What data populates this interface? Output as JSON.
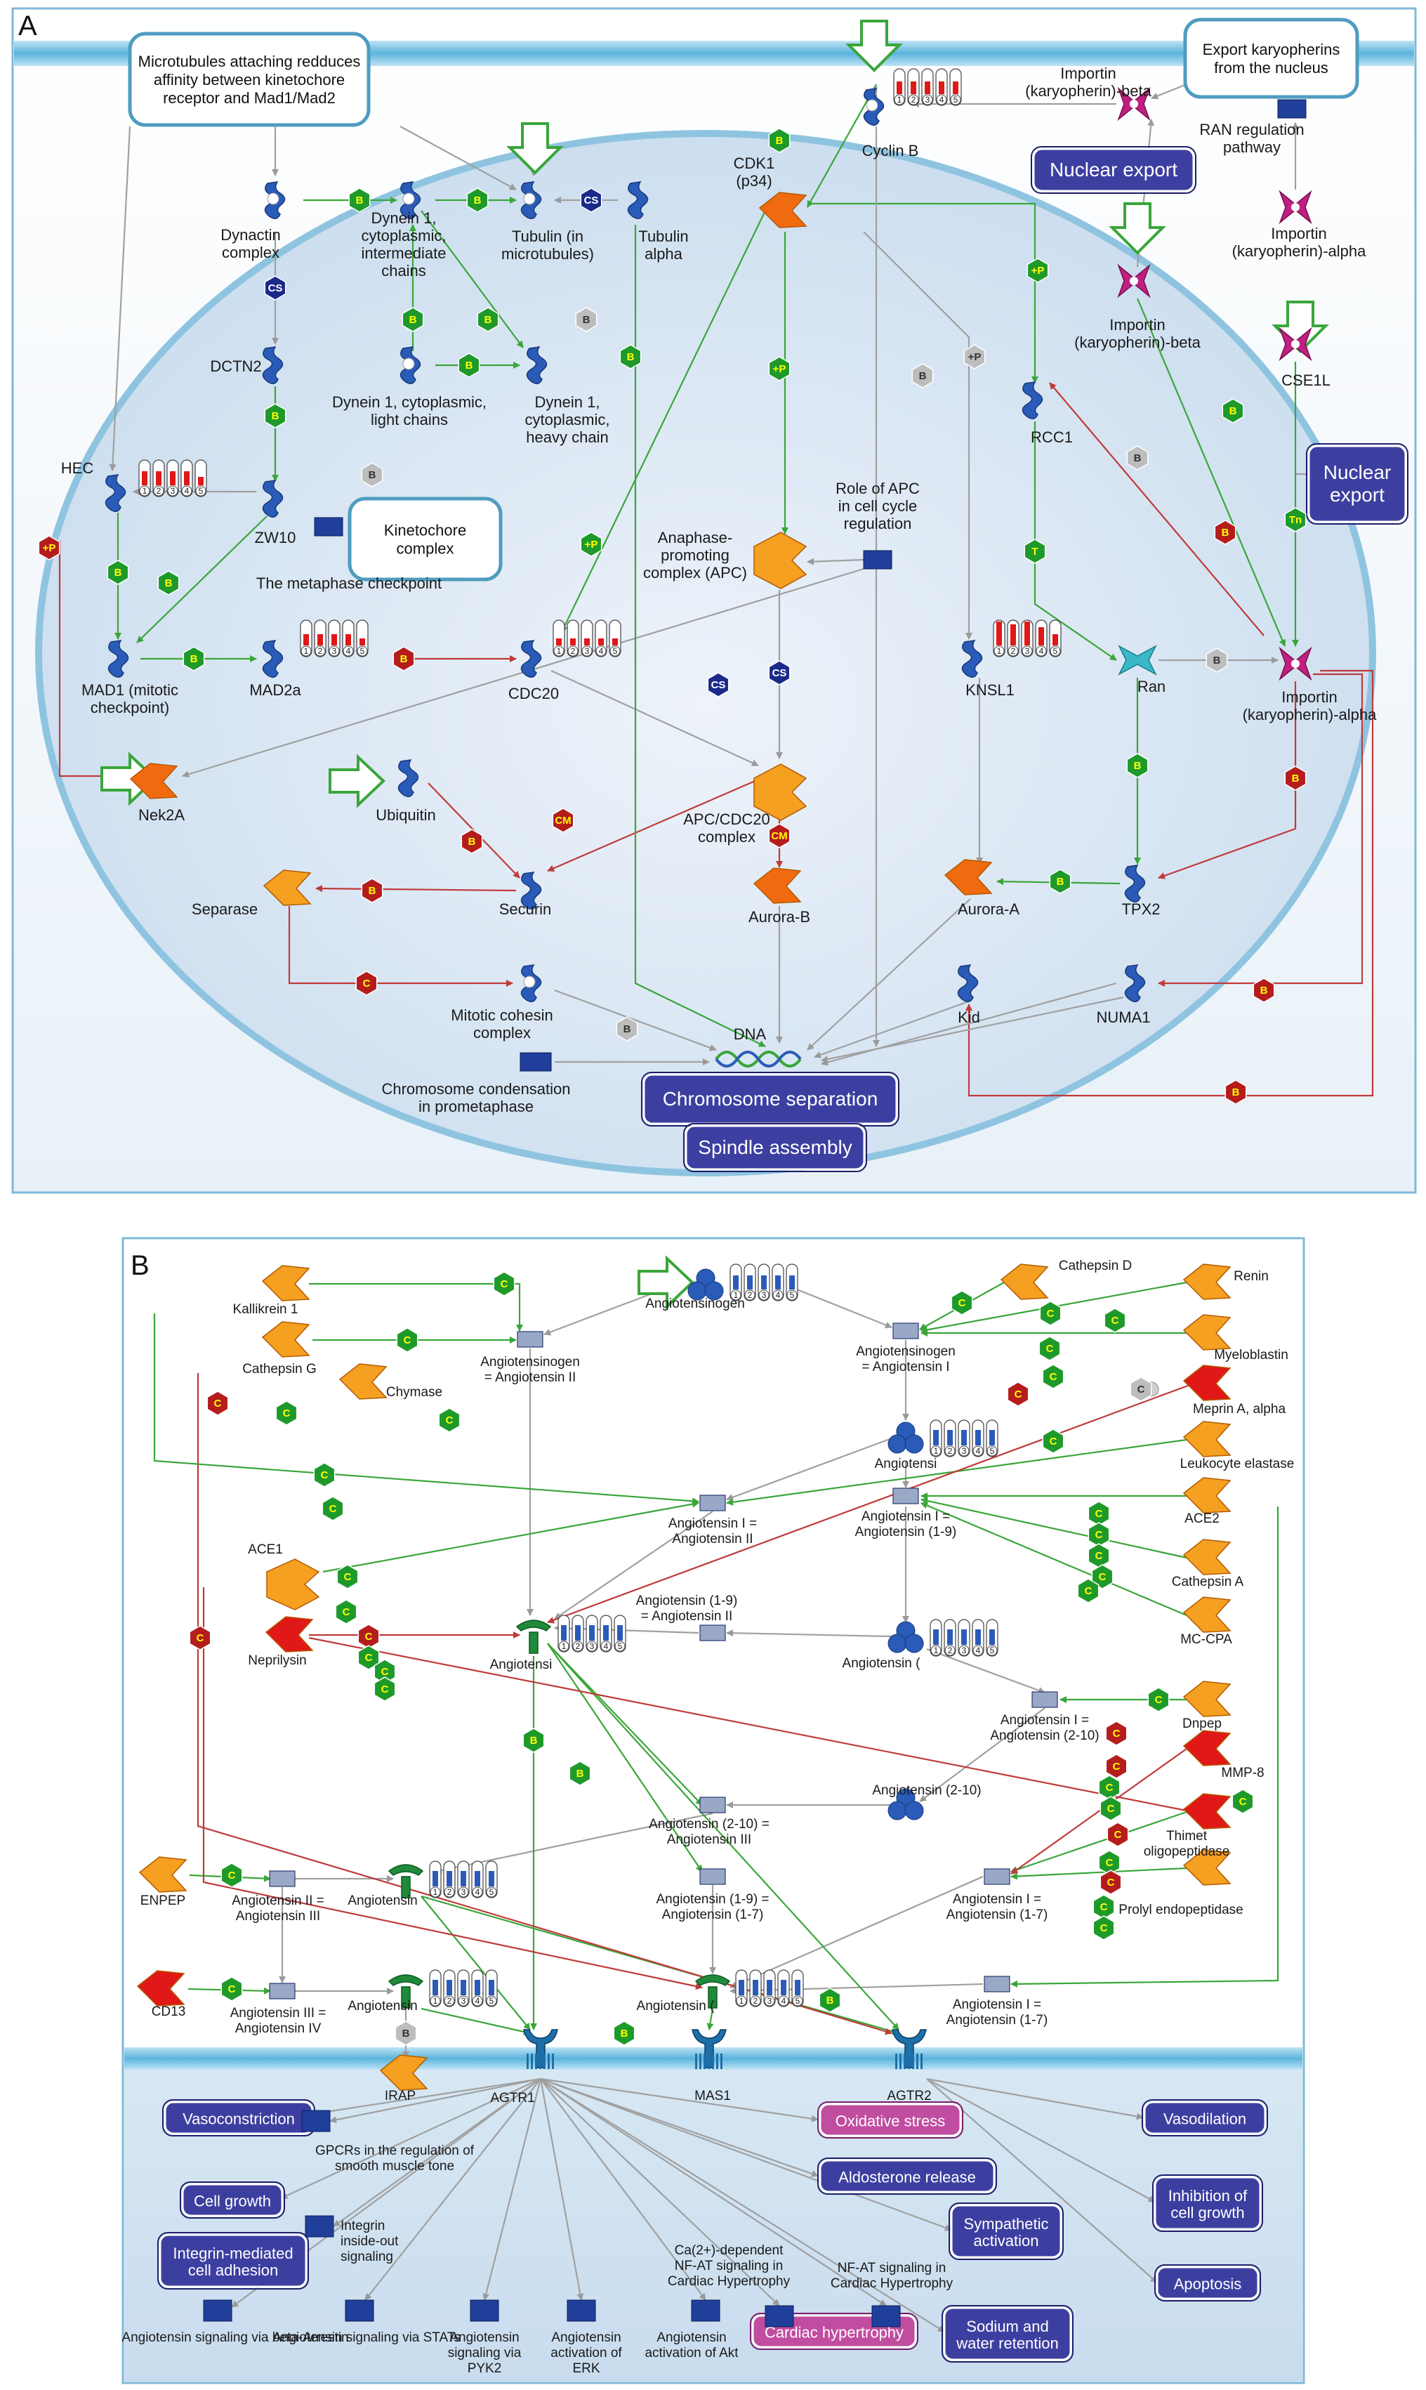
{
  "panels": {
    "a": {
      "letter": "A",
      "callouts": {
        "microtubules": [
          "Microtubules attaching redduces",
          "affinity between kinetochore",
          "receptor and Mad1/Mad2"
        ],
        "export": [
          "Export karyopherins",
          "from the nucleus"
        ],
        "kinetochore": [
          "Kinetochore",
          "complex"
        ]
      },
      "nodes": {
        "dynactin": [
          "Dynactin",
          "complex"
        ],
        "dynein_ic": [
          "Dynein 1,",
          "cytoplasmic,",
          "intermediate",
          "chains"
        ],
        "tubulin_mt": [
          "Tubulin (in",
          "microtubules)"
        ],
        "tubulin_alpha": [
          "Tubulin",
          "alpha"
        ],
        "cyclin_b": "Cyclin B",
        "importin_beta_top": [
          "Importin",
          "(karyopherin)-beta"
        ],
        "ran_pathway": [
          "RAN regulation",
          "pathway"
        ],
        "importin_alpha_top": [
          "Importin",
          "(karyopherin)-alpha"
        ],
        "cdk1": [
          "CDK1",
          "(p34)"
        ],
        "dctn2": "DCTN2",
        "dynein_lc": [
          "Dynein 1, cytoplasmic,",
          "light chains"
        ],
        "dynein_hc": [
          "Dynein 1,",
          "cytoplasmic,",
          "heavy chain"
        ],
        "importin_beta_mid": [
          "Importin",
          "(karyopherin)-beta"
        ],
        "cse1l": "CSE1L",
        "hec": "HEC",
        "zw10": "ZW10",
        "metaphase": "The metaphase checkpoint",
        "rcc1": "RCC1",
        "apc_role": [
          "Role of APC",
          "in cell cycle",
          "regulation"
        ],
        "apc": [
          "Anaphase-",
          "promoting",
          "complex (APC)"
        ],
        "mad1": [
          "MAD1 (mitotic",
          "checkpoint)"
        ],
        "mad2a": "MAD2a",
        "cdc20": "CDC20",
        "knsl1": "KNSL1",
        "ran": "Ran",
        "importin_alpha_mid": [
          "Importin",
          "(karyopherin)-alpha"
        ],
        "nek2a": "Nek2A",
        "ubiquitin": "Ubiquitin",
        "apc_cdc20": [
          "APC/CDC20",
          "complex"
        ],
        "separase": "Separase",
        "securin": "Securin",
        "aurora_b": "Aurora-B",
        "aurora_a": "Aurora-A",
        "tpx2": "TPX2",
        "cohesin": [
          "Mitotic cohesin",
          "complex"
        ],
        "kid": "Kid",
        "numa1": "NUMA1",
        "dna": "DNA",
        "condensation": [
          "Chromosome condensation",
          "in prometaphase"
        ]
      },
      "processes": {
        "nuclear_export_top": "Nuclear export",
        "nuclear_export_right": [
          "Nuclear",
          "export"
        ],
        "chromosome_separation": "Chromosome separation",
        "spindle_assembly": "Spindle assembly"
      }
    },
    "b": {
      "letter": "B",
      "nodes": {
        "kallikrein": "Kallikrein 1",
        "cathepsin_g": "Cathepsin G",
        "chymase": "Chymase",
        "angiotensinogen_top": "Angiotensinogen",
        "cathepsin_d": "Cathepsin D",
        "renin": "Renin",
        "agt_ang2": [
          "Angiotensinogen",
          "= Angiotensin II"
        ],
        "agt_ang1": [
          "Angiotensinogen",
          "= Angiotensin I"
        ],
        "myeloblastin": "Myeloblastin",
        "meprin": "Meprin A, alpha",
        "angiotensin_1": "Angiotensi",
        "leukocyte": "Leukocyte elastase",
        "ace2": "ACE2",
        "ang1_ang2": [
          "Angiotensin I =",
          "Angiotensin II"
        ],
        "ang1_ang19": [
          "Angiotensin I =",
          "Angiotensin (1-9)"
        ],
        "cathepsin_a": "Cathepsin A",
        "ace1": "ACE1",
        "ang19_ang2": [
          "Angiotensin (1-9)",
          "= Angiotensin II"
        ],
        "mc_cpa": "MC-CPA",
        "neprilysin": "Neprilysin",
        "angiotensin_2": "Angiotensi",
        "angiotensin_3": "Angiotensin (",
        "dnpep": "Dnpep",
        "ang1_ang210": [
          "Angiotensin I  =",
          "Angiotensin (2-10)"
        ],
        "mmp8": "MMP-8",
        "ang210": "Angiotensin (2-10)",
        "ang210_ang3": [
          "Angiotensin (2-10) =",
          "Angiotensin III"
        ],
        "thimet": [
          "Thimet",
          "oligopeptidase"
        ],
        "enpep": "ENPEP",
        "angiotensin_4": "Angiotensin",
        "ang2_ang3": [
          "Angiotensin II =",
          "Angiotensin III"
        ],
        "ang19_ang17": [
          "Angiotensin (1-9) =",
          "Angiotensin (1-7)"
        ],
        "ang1_ang17_a": [
          "Angiotensin I =",
          "Angiotensin (1-7)"
        ],
        "prolyl": "Prolyl endopeptidase",
        "cd13": "CD13",
        "ang3_ang4": [
          "Angiotensin III =",
          "Angiotensin IV"
        ],
        "angiotensin_5": "Angiotensin",
        "angiotensin_6": "Angiotensin (",
        "ang1_ang17_b": [
          "Angiotensin I =",
          "Angiotensin (1-7)"
        ],
        "irap": "IRAP",
        "agtr1": "AGTR1",
        "mas1": "MAS1",
        "agtr2": "AGTR2",
        "gpcrs": [
          "GPCRs in the regulation of",
          "smooth muscle tone"
        ],
        "integrin_sig": [
          "Integrin",
          "inside-out",
          "signaling"
        ],
        "ang_arrestin": "Angiotensin signaling via beta-Arrestin",
        "ang_stats": "Angiotensin signaling via STATs",
        "ang_pyk2": [
          "Angiotensin",
          "signaling via",
          "PYK2"
        ],
        "ang_erk": [
          "Angiotensin",
          "activation of",
          "ERK"
        ],
        "ca_nfat": [
          "Ca(2+)-dependent",
          "NF-AT signaling in",
          "Cardiac Hypertrophy"
        ],
        "nfat": [
          "NF-AT signaling in",
          "Cardiac Hypertrophy"
        ],
        "ang_akt": [
          "Angiotensin",
          "activation of Akt"
        ]
      },
      "processes": {
        "vasoconstriction": "Vasoconstriction",
        "oxidative_stress": "Oxidative stress",
        "vasodilation": "Vasodilation",
        "aldosterone": "Aldosterone release",
        "cell_growth": "Cell growth",
        "inhibition": [
          "Inhibition of",
          "cell growth"
        ],
        "sympathetic": [
          "Sympathetic",
          "activation"
        ],
        "integrin_adh": [
          "Integrin-mediated",
          "cell adhesion"
        ],
        "apoptosis": "Apoptosis",
        "cardiac": "Cardiac hypertrophy",
        "sodium": [
          "Sodium and",
          "water retention"
        ]
      }
    }
  },
  "legend_glyphs": {
    "binding": "B",
    "cleavage": "C",
    "phosphorylation": "+P",
    "transport": "T",
    "cs": "CS",
    "cm": "CM",
    "tn": "Tn"
  },
  "colors": {
    "panel_border": "#7fb8d8",
    "membrane": "#5bb4dc",
    "nucleus_fill": "#dbe8f4",
    "process_fill": "#3d3fa0",
    "process_pink": "#c04da0",
    "hex_green": "#1e9a2a",
    "hex_red": "#b51c1c",
    "hex_gray": "#bdbdbd",
    "hex_navy": "#1a2a8a",
    "edge_green": "#3aa63a",
    "edge_red": "#c03a3a",
    "edge_gray": "#a0a0a0",
    "protein_blue": "#2a5bb8",
    "enzyme_orange": "#f08a1a",
    "enzyme_red": "#d81e1e",
    "karyopherin_magenta": "#c02080",
    "receptor_green": "#1f8a3a"
  }
}
